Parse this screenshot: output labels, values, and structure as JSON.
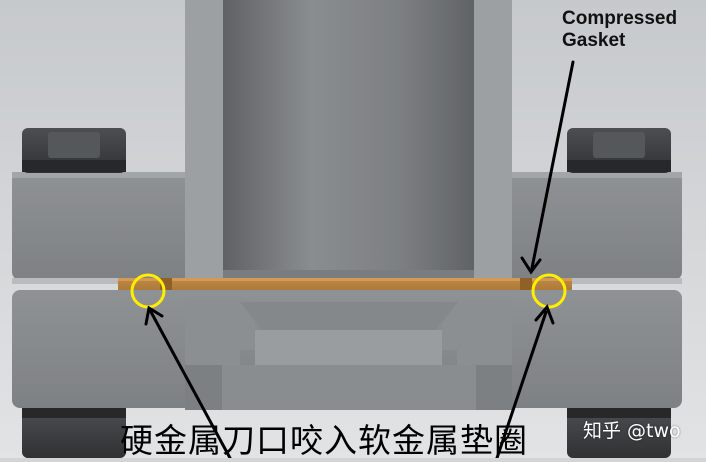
{
  "annotation": {
    "line1": "Compressed",
    "line2": "Gasket"
  },
  "caption": "硬金属刀口咬入软金属垫圈",
  "watermark": "知乎 @two",
  "colors": {
    "metal": "#8e9194",
    "metal_dark": "#6f7275",
    "gasket": "#b07a3a",
    "highlight_ring": "#ffee00",
    "arrow": "#000000"
  }
}
